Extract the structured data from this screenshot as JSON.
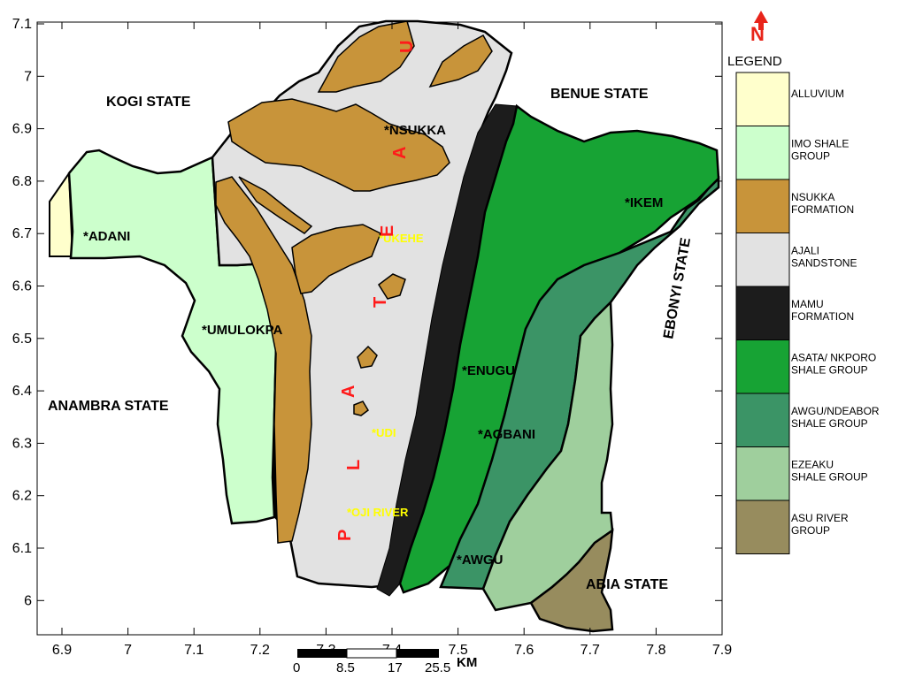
{
  "map": {
    "x_ticks": [
      "6.9",
      "7",
      "7.1",
      "7.2",
      "7.3",
      "7.4",
      "7.5",
      "7.6",
      "7.7",
      "7.8",
      "7.9"
    ],
    "y_ticks": [
      "7.1",
      "7",
      "6.9",
      "6.8",
      "6.7",
      "6.6",
      "6.5",
      "6.4",
      "6.3",
      "6.2",
      "6.1",
      "6"
    ],
    "regions": {
      "kogi": "KOGI STATE",
      "benue": "BENUE STATE",
      "anambra": "ANAMBRA STATE",
      "abia": "ABIA STATE",
      "ebonyi": "EBONYI STATE"
    },
    "towns": {
      "nsukka": "*NSUKKA",
      "adani": "*ADANI",
      "ikem": "*IKEM",
      "umulokpa": "*UMULOKPA",
      "enugu": "*ENUGU",
      "agbani": "*AGBANI",
      "awgu": "*AWGU",
      "ukehe": "*UKEHE",
      "udi": "*UDI",
      "oji_river": "*OJI RIVER"
    },
    "plateau_letters": [
      "P",
      "L",
      "A",
      "T",
      "E",
      "A",
      "U"
    ]
  },
  "north_arrow": {
    "label": "N"
  },
  "legend": {
    "title": "LEGEND",
    "items": [
      {
        "line1": "ALLUVIUM",
        "line2": "",
        "color": "#ffffcc"
      },
      {
        "line1": "IMO SHALE",
        "line2": "GROUP",
        "color": "#ccffcc"
      },
      {
        "line1": "NSUKKA",
        "line2": "FORMATION",
        "color": "#c8943a"
      },
      {
        "line1": "AJALI",
        "line2": "SANDSTONE",
        "color": "#e2e2e2"
      },
      {
        "line1": "MAMU",
        "line2": "FORMATION",
        "color": "#1c1c1c"
      },
      {
        "line1": "ASATA/ NKPORO",
        "line2": "SHALE GROUP",
        "color": "#17a334"
      },
      {
        "line1": "AWGU/NDEABOR",
        "line2": "SHALE GROUP",
        "color": "#3b9466"
      },
      {
        "line1": "EZEAKU",
        "line2": "SHALE GROUP",
        "color": "#9fcf9d"
      },
      {
        "line1": "ASU RIVER",
        "line2": "GROUP",
        "color": "#978c5e"
      }
    ]
  },
  "scale_bar": {
    "labels": [
      "0",
      "8.5",
      "17",
      "25.5"
    ],
    "unit": "KM"
  }
}
